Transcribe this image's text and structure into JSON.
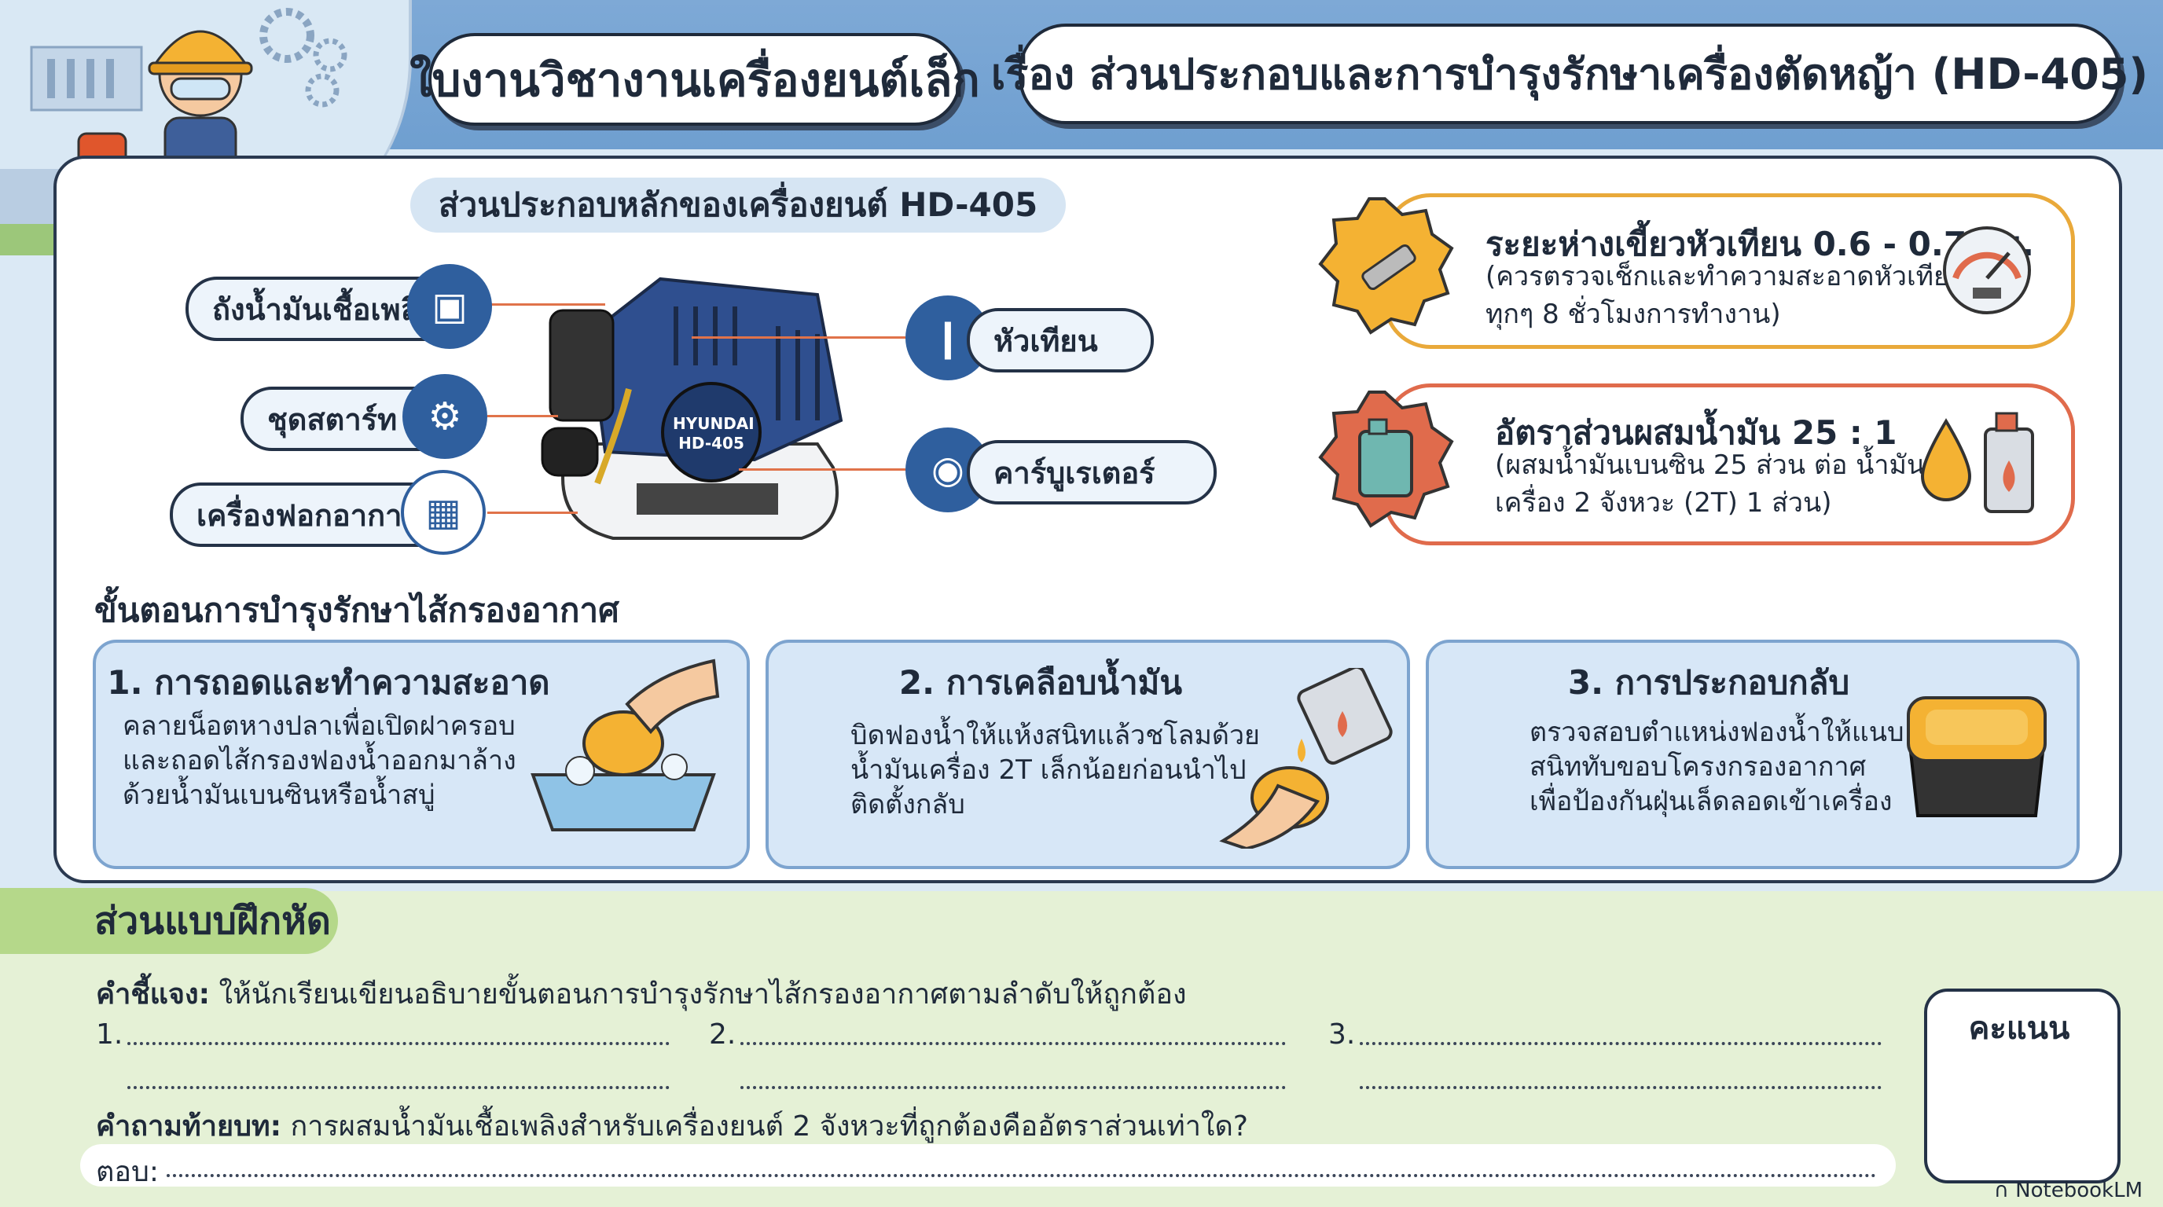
{
  "header": {
    "subject_title": "ใบงานวิชางานเครื่องยนต์เล็ก",
    "topic_title": "เรื่อง ส่วนประกอบและการบำรุงรักษาเครื่องตัดหญ้า (HD-405)"
  },
  "components": {
    "section_title": "ส่วนประกอบหลักของเครื่องยนต์ HD-405",
    "engine_brand": "HYUNDAI",
    "engine_model": "HD-405",
    "fuel_tank": "ถังน้ำมันเชื้อเพลิง",
    "starter": "ชุดสตาร์ท",
    "air_filter": "เครื่องฟอกอากาศ",
    "spark_plug": "หัวเทียน",
    "carburetor": "คาร์บูเรเตอร์"
  },
  "info": {
    "gap_title": "ระยะห่างเขี้ยวหัวเทียน 0.6 - 0.7 มม.",
    "gap_note_1": "(ควรตรวจเช็กและทำความสะอาดหัวเทียน",
    "gap_note_2": "ทุกๆ 8 ชั่วโมงการทำงาน)",
    "mix_title": "อัตราส่วนผสมน้ำมัน 25 : 1",
    "mix_note_1": "(ผสมน้ำมันเบนซิน 25 ส่วน ต่อ น้ำมัน",
    "mix_note_2": "เครื่อง 2 จังหวะ (2T) 1 ส่วน)"
  },
  "steps": {
    "section_title": "ขั้นตอนการบำรุงรักษาไส้กรองอากาศ",
    "items": [
      {
        "title": "1. การถอดและทำความสะอาด",
        "lines": [
          "คลายน็อตหางปลาเพื่อเปิดฝาครอบ",
          "และถอดไส้กรองฟองน้ำออกมาล้าง",
          "ด้วยน้ำมันเบนซินหรือน้ำสบู่"
        ]
      },
      {
        "title": "2. การเคลือบน้ำมัน",
        "lines": [
          "บิดฟองน้ำให้แห้งสนิทแล้วชโลมด้วย",
          "น้ำมันเครื่อง 2T เล็กน้อยก่อนนำไป",
          "ติดตั้งกลับ"
        ]
      },
      {
        "title": "3. การประกอบกลับ",
        "lines": [
          "ตรวจสอบตำแหน่งฟองน้ำให้แนบ",
          "สนิททับขอบโครงกรองอากาศ",
          "เพื่อป้องกันฝุ่นเล็ดลอดเข้าเครื่อง"
        ]
      }
    ]
  },
  "exercise": {
    "section_title": "ส่วนแบบฝึกหัด",
    "instruction_label": "คำชี้แจง:",
    "instruction_text": " ให้นักเรียนเขียนอธิบายขั้นตอนการบำรุงรักษาไส้กรองอากาศตามลำดับให้ถูกต้อง",
    "num_1": "1.",
    "num_2": "2.",
    "num_3": "3.",
    "question_label": "คำถามท้ายบท:",
    "question_text": " การผสมน้ำมันเชื้อเพลิงสำหรับเครื่องยนต์ 2 จังหวะที่ถูกต้องคืออัตราส่วนเท่าใด?",
    "answer_label": "ตอบ:",
    "score_label": "คะแนน"
  },
  "brand": "NotebookLM",
  "colors": {
    "header_blue": "#6f9fd0",
    "engine_blue": "#2f4f8f",
    "accent_orange": "#e9a93a",
    "accent_red": "#e06b4c",
    "exercise_green": "#b5d88a"
  }
}
